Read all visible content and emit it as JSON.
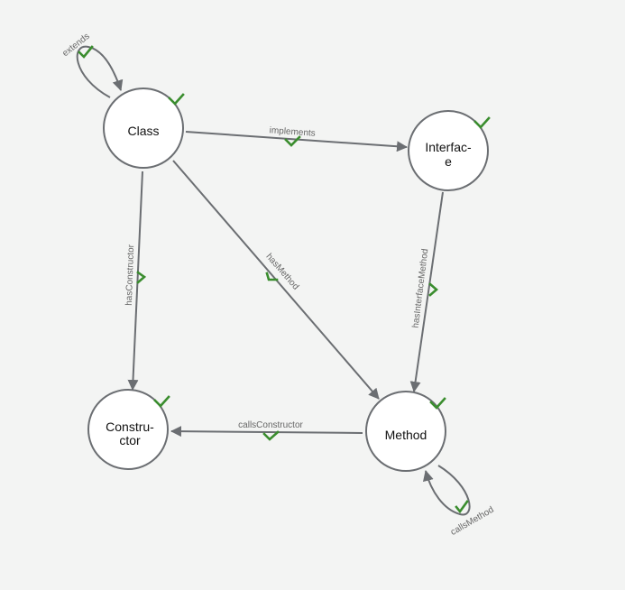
{
  "colors": {
    "background": "#f3f4f3",
    "node_fill": "#ffffff",
    "node_stroke": "#6b6e72",
    "edge": "#6b6e72",
    "check": "#3a8d2e",
    "edge_label": "#666666"
  },
  "check_icon": "checkmark-icon",
  "nodes": [
    {
      "id": "class",
      "lines": [
        "Class"
      ]
    },
    {
      "id": "interface",
      "lines": [
        "Interfac-",
        "e"
      ]
    },
    {
      "id": "constructor",
      "lines": [
        "Constru-",
        "ctor"
      ]
    },
    {
      "id": "method",
      "lines": [
        "Method"
      ]
    }
  ],
  "edges": [
    {
      "id": "extends",
      "label": "extends",
      "from": "class",
      "to": "class"
    },
    {
      "id": "implements",
      "label": "implements",
      "from": "class",
      "to": "interface"
    },
    {
      "id": "hasConstructor",
      "label": "hasConstructor",
      "from": "class",
      "to": "constructor"
    },
    {
      "id": "hasMethod",
      "label": "hasMethod",
      "from": "class",
      "to": "method"
    },
    {
      "id": "hasInterfaceMethod",
      "label": "hasInterfaceMethod",
      "from": "interface",
      "to": "method"
    },
    {
      "id": "callsConstructor",
      "label": "callsConstructor",
      "from": "method",
      "to": "constructor"
    },
    {
      "id": "callsMethod",
      "label": "callsMethod",
      "from": "method",
      "to": "method"
    }
  ]
}
